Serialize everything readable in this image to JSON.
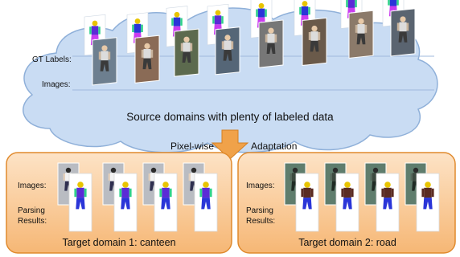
{
  "source": {
    "gt_label": "GT Labels:",
    "images_label": "Images:",
    "caption": "Source domains with plenty of labeled data",
    "cloud_fill": "#c9dcf3",
    "cloud_stroke": "#8fb0d9"
  },
  "arrow": {
    "left_text": "Pixel-wise",
    "right_text": "Adaptation",
    "color": "#f0a24a"
  },
  "target1": {
    "images_label": "Images:",
    "parsing_label_line1": "Parsing",
    "parsing_label_line2": "Results:",
    "caption": "Target domain 1: canteen"
  },
  "target2": {
    "images_label": "Images:",
    "parsing_label_line1": "Parsing",
    "parsing_label_line2": "Results:",
    "caption": "Target domain 2: road"
  },
  "colors": {
    "box_fill_top": "#fde3c6",
    "box_fill_bottom": "#f6b775",
    "box_stroke": "#e08a2d",
    "label_head": "#e8c400",
    "label_torso_purple": "#5b2bd6",
    "label_legs_magenta": "#c93cf0",
    "label_green": "#2fd28a",
    "label_blue": "#2a35d8",
    "label_brown": "#5a2b22"
  }
}
